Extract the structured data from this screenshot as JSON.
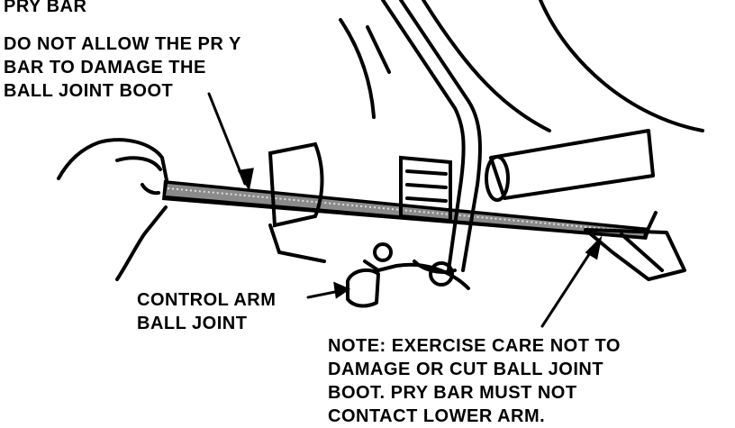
{
  "labels": {
    "pry_bar": "PRY BAR",
    "caution": [
      "DO NOT ALLOW THE PR Y",
      "BAR TO DAMAGE THE",
      "BALL JOINT BOOT"
    ],
    "control_arm": [
      "CONTROL ARM",
      "BALL JOINT"
    ],
    "note": [
      "NOTE:  EXERCISE CARE NOT TO",
      "DAMAGE OR CUT BALL JOINT",
      "BOOT.  PRY BAR MUST NOT",
      "CONTACT LOWER ARM."
    ]
  },
  "colors": {
    "ink": "#000000",
    "paper": "#ffffff"
  }
}
